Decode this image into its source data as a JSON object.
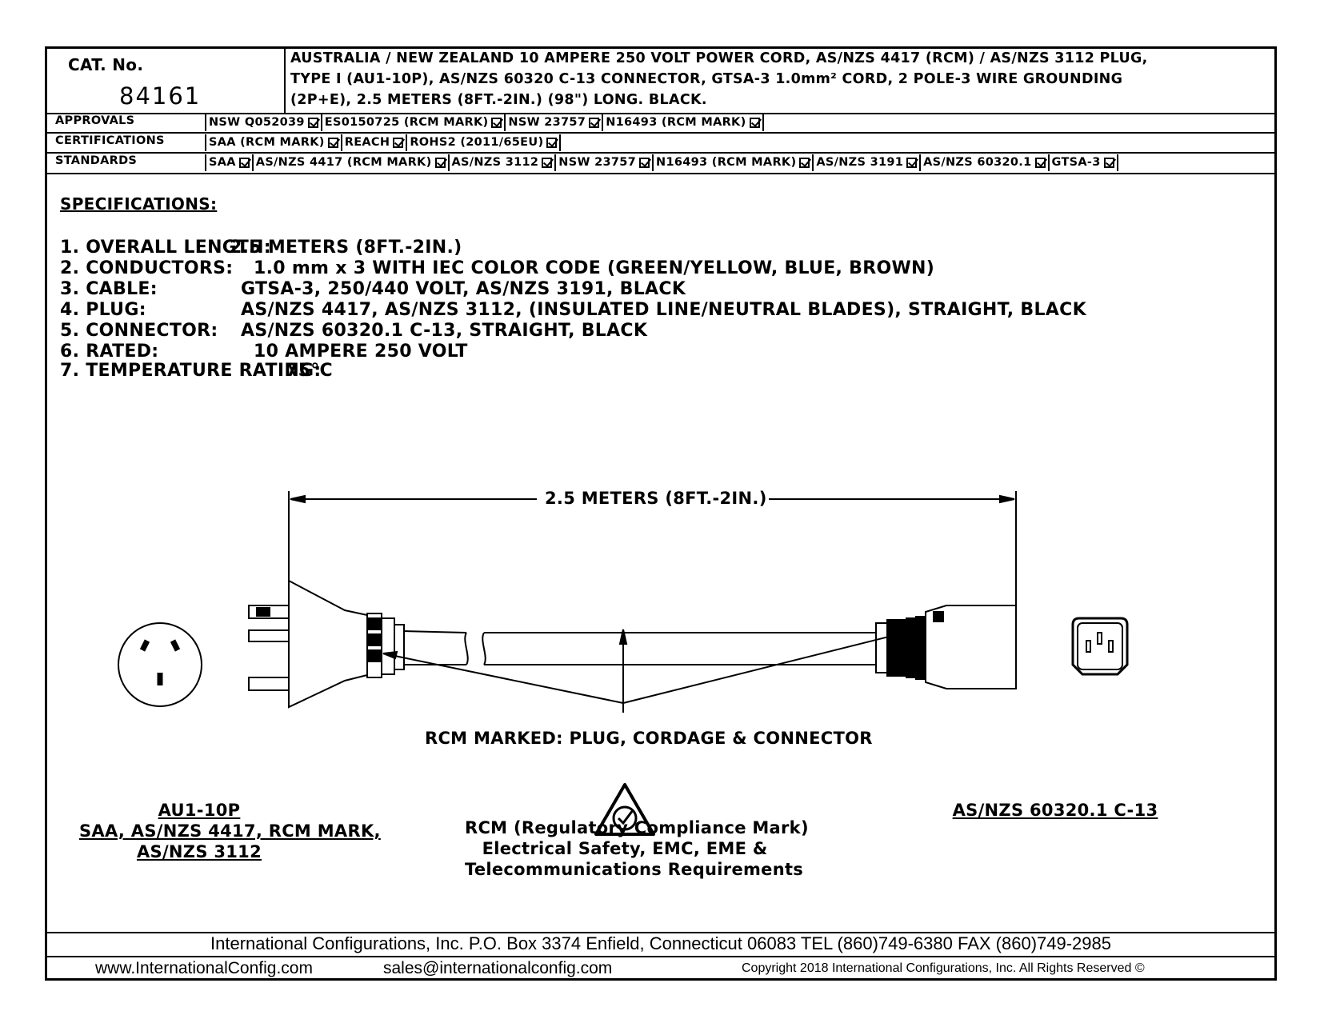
{
  "header": {
    "cat_label": "CAT. No.",
    "cat_number": "84161",
    "description": [
      "AUSTRALIA / NEW ZEALAND 10 AMPERE 250 VOLT POWER CORD, AS/NZS 4417 (RCM) / AS/NZS 3112 PLUG,",
      "TYPE I (AU1-10P), AS/NZS 60320 C-13 CONNECTOR, GTSA-3 1.0mm² CORD, 2 POLE-3 WIRE GROUNDING",
      "(2P+E), 2.5 METERS (8FT.-2IN.) (98\") LONG. BLACK."
    ]
  },
  "approvals": {
    "label": "APPROVALS",
    "items": [
      "NSW Q052039",
      "ES0150725 (RCM MARK)",
      "NSW 23757",
      "N16493 (RCM MARK)"
    ]
  },
  "certifications": {
    "label": "CERTIFICATIONS",
    "items": [
      "SAA (RCM MARK)",
      "REACH",
      "ROHS2 (2011/65EU)"
    ]
  },
  "standards": {
    "label": "STANDARDS",
    "items": [
      "SAA",
      "AS/NZS 4417 (RCM MARK)",
      "AS/NZS 3112",
      "NSW 23757",
      "N16493 (RCM MARK)",
      "AS/NZS 3191",
      "AS/NZS 60320.1",
      "GTSA-3"
    ]
  },
  "specifications": {
    "title": "SPECIFICATIONS:",
    "items": [
      {
        "label": "1. OVERALL LENGTH:",
        "value": "2.5 METERS (8FT.-2IN.)"
      },
      {
        "label": "2. CONDUCTORS:",
        "value": "1.0 mm x 3 WITH IEC COLOR CODE (GREEN/YELLOW, BLUE, BROWN)"
      },
      {
        "label": "3. CABLE:",
        "value": "GTSA-3, 250/440 VOLT, AS/NZS 3191, BLACK"
      },
      {
        "label": "4. PLUG:",
        "value": "AS/NZS 4417, AS/NZS 3112, (INSULATED LINE/NEUTRAL BLADES), STRAIGHT, BLACK"
      },
      {
        "label": "5. CONNECTOR:",
        "value": "AS/NZS 60320.1 C-13, STRAIGHT, BLACK"
      },
      {
        "label": "6. RATED:",
        "value": "10 AMPERE 250 VOLT"
      },
      {
        "label": "7. TEMPERATURE RATING:",
        "value": "75°C"
      }
    ]
  },
  "drawing": {
    "dimension": "2.5 METERS (8FT.-2IN.)",
    "rcm_marked": "RCM MARKED: PLUG, CORDAGE & CONNECTOR",
    "plug_caption": [
      "AU1-10P",
      "SAA, AS/NZS 4417, RCM MARK,",
      "AS/NZS 3112"
    ],
    "rcm_caption": [
      "RCM (Regulatory Compliance Mark)",
      "Electrical Safety, EMC, EME &",
      "Telecommunications Requirements"
    ],
    "connector_caption": "AS/NZS 60320.1 C-13"
  },
  "footer": {
    "address": "International Configurations, Inc.   P.O. Box 3374   Enfield, Connecticut 06083   TEL (860)749-6380   FAX (860)749-2985",
    "website": "www.InternationalConfig.com",
    "email": "sales@internationalconfig.com",
    "copyright": "Copyright 2018 International Configurations, Inc. All Rights Reserved ©"
  }
}
